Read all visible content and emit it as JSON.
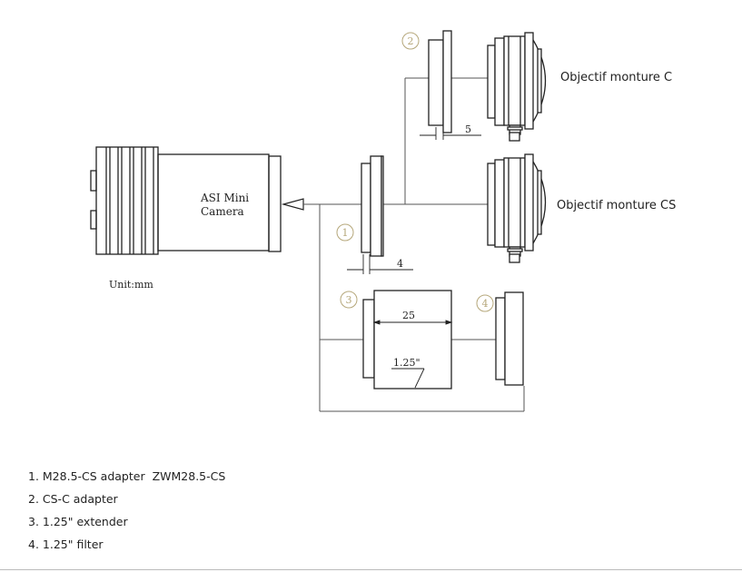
{
  "diagram": {
    "camera_label_line1": "ASI Mini",
    "camera_label_line2": "Camera",
    "unit_label": "Unit:mm",
    "lens_c_label": "Objectif monture C",
    "lens_cs_label": "Objectif monture CS",
    "markers": [
      "1",
      "2",
      "3",
      "4"
    ],
    "dim_cs_c": "5",
    "dim_adapter": "4",
    "dim_extender_length": "25",
    "dim_extender_thread": "1.25\""
  },
  "legend": {
    "items": [
      {
        "text": "1. M28.5-CS adapter",
        "code": "ZWM28.5-CS"
      },
      {
        "text": "2. CS-C adapter",
        "code": ""
      },
      {
        "text": "3. 1.25\" extender",
        "code": ""
      },
      {
        "text": "4. 1.25\" filter",
        "code": ""
      }
    ]
  },
  "colors": {
    "line": "#222222",
    "thin_line": "#555555",
    "marker": "#b5a77a",
    "text": "#222222"
  }
}
